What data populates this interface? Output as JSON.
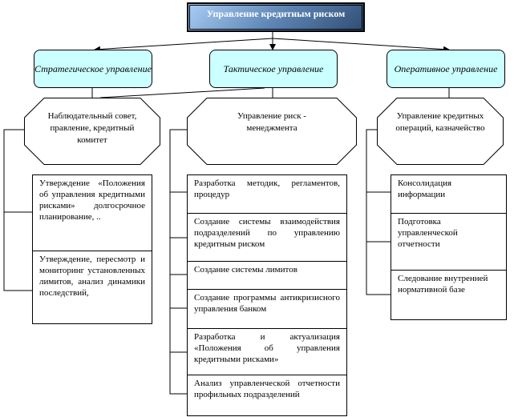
{
  "title": "Управление кредитным риском",
  "levels": [
    {
      "label": "Стратегическое управление",
      "body": "Наблюдательный совет, правление, кредитный комитет",
      "items": [
        "Утверждение «Положения об управления кредитными рисками» долгосрочное планирование, ..",
        "Утверждение, пересмотр и мониторинг установленных лимитов, анализ динамики последствий,"
      ]
    },
    {
      "label": "Тактическое управление",
      "body": "Управление риск - менеджмента",
      "items": [
        "Разработка методик, регламентов, процедур",
        "Создание системы взаимодействия подразделений по управлению кредитным риском",
        "Создание системы лимитов",
        "Создание программы антикризисного управления банком",
        "Разработка и актуализация «Положения об управления кредитными рисками»",
        "Анализ управленческой отчетности профильных подразделений"
      ]
    },
    {
      "label": "Оперативное управление",
      "body": "Управление кредитных операций, казначейство",
      "items": [
        "Консолидация информации",
        "Подготовка управленческой отчетности",
        "Следование внутренней нормативной базе"
      ]
    }
  ]
}
